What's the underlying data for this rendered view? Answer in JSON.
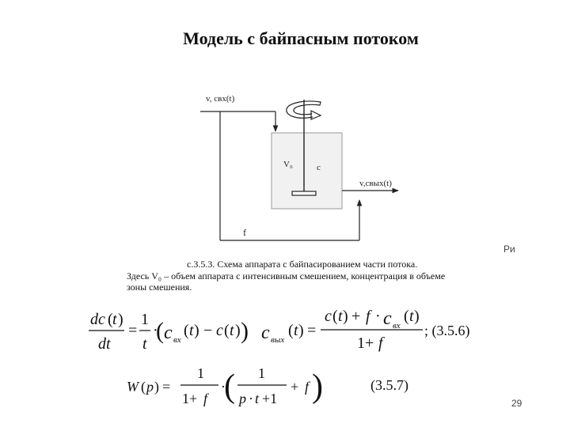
{
  "slide": {
    "title": "Модель с байпасным потоком",
    "page_number": "29",
    "corner_label": "Ри"
  },
  "diagram": {
    "inlet_label": "v, cвх(t)",
    "volume_label": "V₀",
    "concentration_label": "c",
    "outlet_label": "v,cвых(t)",
    "bypass_label": "f"
  },
  "caption": {
    "line1": "с.3.5.3. Схема аппарата с байпасированием части потока.",
    "line2": "Здесь V₀ – объем аппарата с интенсивным смешением, концентрация в объеме",
    "line3": "зоны смешения."
  },
  "equations": {
    "eq1_number": "; (3.5.6)",
    "eq2_number": "(3.5.7)"
  }
}
